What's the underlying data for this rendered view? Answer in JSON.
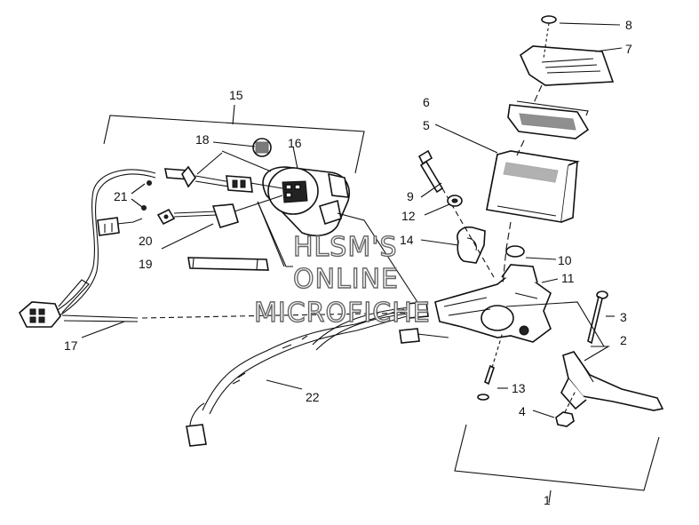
{
  "watermark": {
    "line1": "HLSM'S",
    "line2": "ONLINE",
    "line3": "MICROFICHE"
  },
  "labels": {
    "p1": "1",
    "p2": "2",
    "p3": "3",
    "p4": "4",
    "p5": "5",
    "p6": "6",
    "p7": "7",
    "p8": "8",
    "p9": "9",
    "p10": "10",
    "p11": "11",
    "p12": "12",
    "p13": "13",
    "p14": "14",
    "p15": "15",
    "p16": "16",
    "p17": "17",
    "p18": "18",
    "p19": "19",
    "p20": "20",
    "p21": "21",
    "p22": "22"
  }
}
